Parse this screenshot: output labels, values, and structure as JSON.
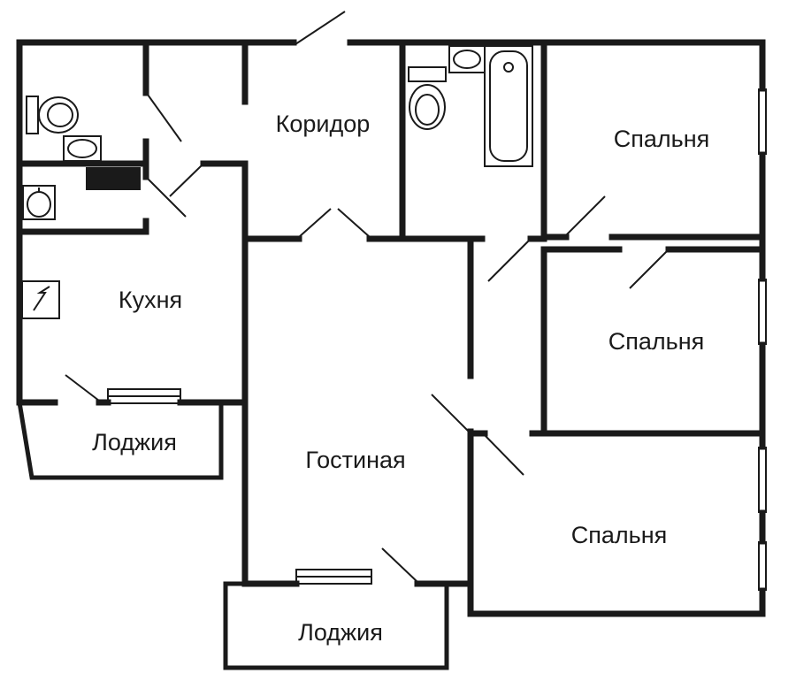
{
  "page": {
    "background": "#ffffff",
    "line_color": "#1a1a1a"
  },
  "floor_plan": {
    "type": "apartment-floor-plan",
    "rooms": [
      {
        "name": "corridor",
        "label": "Коридор"
      },
      {
        "name": "bedroom-top",
        "label": "Спальня"
      },
      {
        "name": "kitchen",
        "label": "Кухня"
      },
      {
        "name": "bedroom-middle",
        "label": "Спальня"
      },
      {
        "name": "loggia-left",
        "label": "Лоджия"
      },
      {
        "name": "living-room",
        "label": "Гостиная"
      },
      {
        "name": "bedroom-bottom",
        "label": "Спальня"
      },
      {
        "name": "loggia-bottom",
        "label": "Лоджия"
      }
    ],
    "fixtures": [
      {
        "name": "toilet",
        "location": "wc"
      },
      {
        "name": "sink",
        "location": "wc"
      },
      {
        "name": "sink",
        "location": "washroom"
      },
      {
        "name": "electric-stove",
        "location": "kitchen"
      },
      {
        "name": "toilet",
        "location": "bathroom"
      },
      {
        "name": "sink",
        "location": "bathroom"
      },
      {
        "name": "bathtub",
        "location": "bathroom"
      }
    ],
    "symbols": {
      "windows": 4,
      "door_swings": 12
    }
  }
}
